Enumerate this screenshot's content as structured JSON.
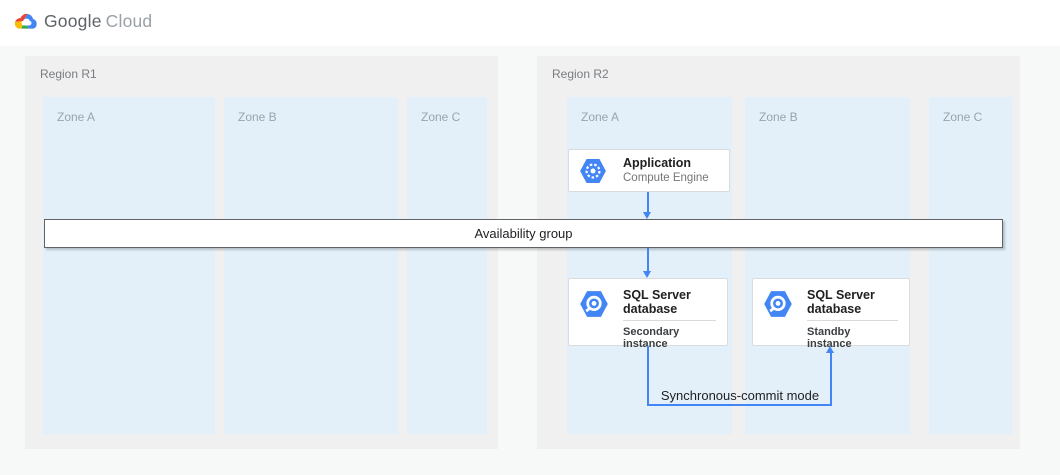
{
  "header": {
    "brand_primary": "Google",
    "brand_secondary": "Cloud",
    "logo": "google-cloud-logo"
  },
  "regions": [
    {
      "label": "Region R1",
      "zones": [
        {
          "label": "Zone A"
        },
        {
          "label": "Zone B"
        },
        {
          "label": "Zone C"
        }
      ]
    },
    {
      "label": "Region R2",
      "zones": [
        {
          "label": "Zone A"
        },
        {
          "label": "Zone B"
        },
        {
          "label": "Zone C"
        }
      ]
    }
  ],
  "availability_group": {
    "label": "Availability group"
  },
  "cards": {
    "application": {
      "title": "Application",
      "subtitle": "Compute Engine",
      "icon": "compute-engine-icon"
    },
    "sql_secondary": {
      "title": "SQL Server database",
      "instance_label": "Secondary instance",
      "icon": "cloud-sql-icon"
    },
    "sql_standby": {
      "title": "SQL Server database",
      "instance_label": "Standby instance",
      "icon": "cloud-sql-icon"
    }
  },
  "connections": {
    "sync_commit_label": "Synchronous-commit mode"
  },
  "colors": {
    "accent_blue": "#4285F4",
    "zone_fill": "#E3F0FA",
    "region_fill": "#F0F0F0",
    "band_border": "#5F6368",
    "card_border": "#DADCE0",
    "logo_red": "#EA4335",
    "logo_yellow": "#FBBC04",
    "logo_green": "#34A853",
    "logo_blue": "#4285F4"
  }
}
